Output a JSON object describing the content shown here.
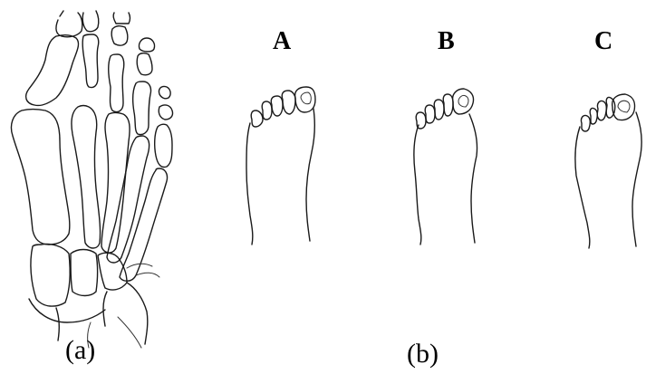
{
  "panel_a": {
    "caption": "(a)",
    "illustration": "foot-skeleton-dorsal-view"
  },
  "panel_b": {
    "caption": "(b)",
    "feet": [
      {
        "letter": "A",
        "illustration": "foot-outline"
      },
      {
        "letter": "B",
        "illustration": "foot-outline"
      },
      {
        "letter": "C",
        "illustration": "foot-outline"
      }
    ]
  },
  "colors": {
    "ink": "#1a1a1a",
    "background": "#ffffff"
  }
}
